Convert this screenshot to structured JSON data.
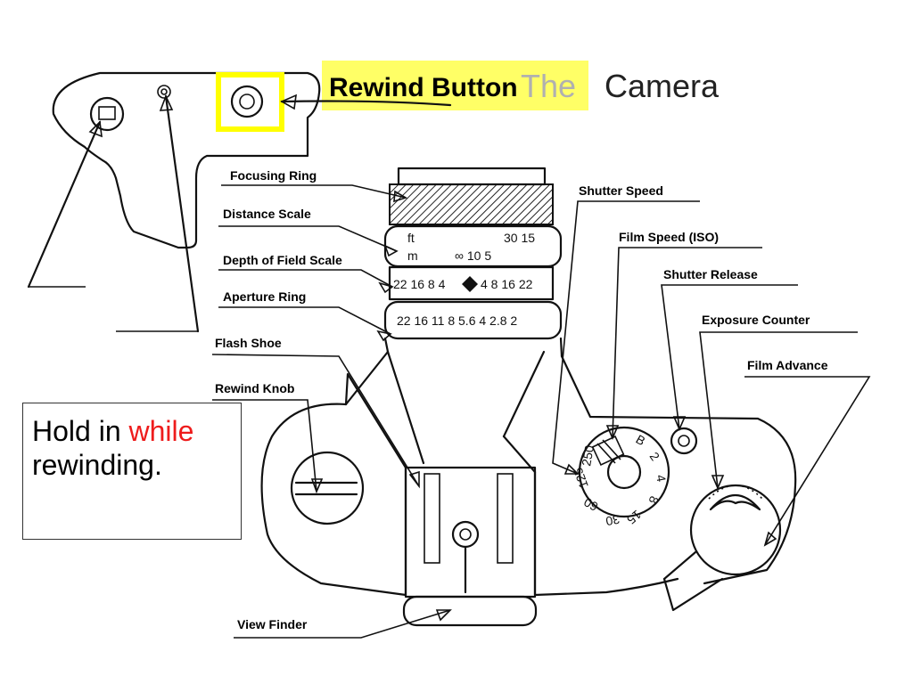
{
  "title": {
    "highlight": "Rewind Button",
    "word_the": "The",
    "word_camera": "Camera",
    "highlight_color": "#ffff66",
    "frame_color": "#ffff00"
  },
  "labels": {
    "focusing_ring": "Focusing Ring",
    "distance_scale": "Distance Scale",
    "depth_of_field_scale": "Depth of Field Scale",
    "aperture_ring": "Aperture Ring",
    "flash_shoe": "Flash Shoe",
    "rewind_knob": "Rewind Knob",
    "view_finder": "View Finder",
    "shutter_speed": "Shutter Speed",
    "film_speed": "Film Speed (ISO)",
    "shutter_release": "Shutter Release",
    "exposure_counter": "Exposure Counter",
    "film_advance": "Film Advance"
  },
  "lens_scales": {
    "distance_ft_unit": "ft",
    "distance_ft_values": "30  15",
    "distance_m_unit": "m",
    "distance_m_values": "∞    10      5",
    "dof_left": "22 16 8 4",
    "dof_right": "4 8 16 22",
    "aperture_values": "22 16 11 8 5.6 4 2.8 2"
  },
  "note": {
    "line1_prefix": "Hold in ",
    "line1_accent": "while",
    "line2": "rewinding.",
    "accent_color": "#ee1c1c"
  }
}
